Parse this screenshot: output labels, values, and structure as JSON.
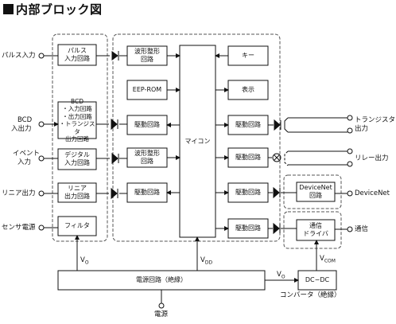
{
  "title": "内部ブロック図",
  "inputs": {
    "pulse": "パルス入力",
    "bcd_line1": "BCD",
    "bcd_line2": "入出力",
    "event_line1": "イベント",
    "event_line2": "入力",
    "linear": "リニア出力",
    "sensor": "センサ電源"
  },
  "left_blocks": {
    "pulse": "パルス\n入力回路",
    "bcd": "BCD\n・入力回路\n・出力回路\n・トランジスタ\n出力回路",
    "digital": "デジタル\n入力回路",
    "linear": "リニア\n出力回路",
    "filter": "フィルタ"
  },
  "center_blocks": {
    "waveform1": "波形整形\n回路",
    "eeprom": "EEP-ROM",
    "drive_bcd": "駆動回路",
    "waveform2": "波形整形\n回路",
    "drive_linear": "駆動回路",
    "micom": "マイコン"
  },
  "right_blocks": {
    "key": "キー",
    "display": "表示",
    "drive_tr": "駆動回路",
    "drive_relay": "駆動回路",
    "drive_dn": "駆動回路",
    "drive_comm": "駆動回路",
    "devicenet": "DeviceNet\n回路",
    "comm_driver": "通信\nドライバ"
  },
  "outputs": {
    "transistor_line1": "トランジスタ",
    "transistor_line2": "出力",
    "relay": "リレー出力",
    "devicenet": "DeviceNet",
    "comm": "通信"
  },
  "power": {
    "circuit": "電源回路（絶縁）",
    "dcdc": "DC−DC",
    "converter": "コンバータ（絶縁）",
    "input": "電源",
    "vo_left": "V",
    "vo_left_sub": "O",
    "vdd": "V",
    "vdd_sub": "DD",
    "vo_right": "V",
    "vo_right_sub": "O",
    "vcom": "V",
    "vcom_sub": "COM"
  }
}
